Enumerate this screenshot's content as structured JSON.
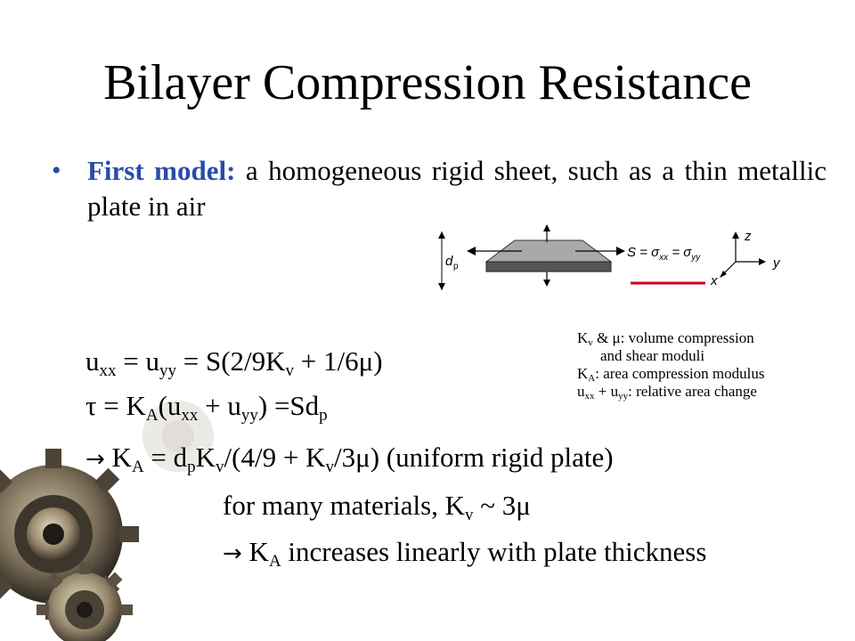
{
  "slide": {
    "title": "Bilayer Compression Resistance"
  },
  "bullet": {
    "label": "First model:",
    "text": " a homogeneous rigid sheet, such as a thin metallic plate in air"
  },
  "diagram": {
    "dp_label": "d",
    "dp_sub": "p",
    "stress_label": "S = σ",
    "stress_sub1": "xx",
    "stress_mid": " = σ",
    "stress_sub2": "yy",
    "axis_z": "z",
    "axis_y": "y",
    "axis_x": "x",
    "plate_color": "#a9a9a9",
    "base_color": "#555555",
    "line_color": "#d0021b"
  },
  "equations": {
    "eq1": {
      "u": "u",
      "xx": "xx",
      "eq": " = u",
      "yy": "yy",
      "rest": " = S(2/9K",
      "v": "v",
      "end": " + 1/6μ)"
    },
    "eq2": {
      "tau": "τ = K",
      "A": "A",
      "mid": "(u",
      "xx": "xx",
      "plus": " + u",
      "yy": "yy",
      "end": ") =Sd",
      "p": "p"
    },
    "eq3": {
      "arrow": "→",
      "ka": " K",
      "A": "A",
      "eq": " = d",
      "p": "p",
      "k": "K",
      "v": "v",
      "mid": "/(4/9 + K",
      "v2": "v",
      "end": "/3μ)  (uniform rigid plate)"
    },
    "eq4": {
      "text": "for many materials, K",
      "v": "v",
      "end": " ~ 3μ"
    },
    "eq5": {
      "arrow": "→",
      "k": " K",
      "A": "A",
      "end": " increases linearly with plate thickness"
    }
  },
  "legend": {
    "l1a": "K",
    "l1v": "v",
    "l1b": " & μ: volume compression",
    "l2": "and shear moduli",
    "l3a": "K",
    "l3A": "A",
    "l3b": ": area compression modulus",
    "l4a": "u",
    "l4xx": "xx",
    "l4b": " + u",
    "l4yy": "yy",
    "l4c": ": relative area change"
  },
  "colors": {
    "accent": "#2a4ba8"
  }
}
